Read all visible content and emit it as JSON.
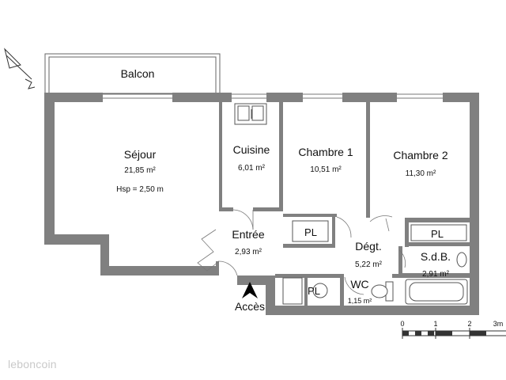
{
  "rooms": {
    "balcon": {
      "name": "Balcon"
    },
    "sejour": {
      "name": "Séjour",
      "area": "21,85 m²",
      "height": "Hsp = 2,50 m"
    },
    "cuisine": {
      "name": "Cuisine",
      "area": "6,01 m²"
    },
    "chambre1": {
      "name": "Chambre 1",
      "area": "10,51 m²"
    },
    "chambre2": {
      "name": "Chambre 2",
      "area": "11,30 m²"
    },
    "entree": {
      "name": "Entrée",
      "area": "2,93 m²"
    },
    "degt": {
      "name": "Dégt.",
      "area": "5,22 m²"
    },
    "sdb": {
      "name": "S.d.B.",
      "area": "2,91 m²"
    },
    "wc": {
      "name": "WC",
      "area": "1,15 m²"
    }
  },
  "placards": {
    "pl1": "PL",
    "pl2": "PL",
    "pl3": "PL"
  },
  "access": {
    "label": "Accès"
  },
  "scale": {
    "ticks": [
      "0",
      "1",
      "2",
      "3m"
    ]
  },
  "watermark": {
    "text": "leboncoin"
  },
  "colors": {
    "wall": "#808080",
    "text": "#111111",
    "watermark": "#c9c9c9"
  },
  "icons": {
    "north": "north-arrow-icon",
    "access": "entrance-arrow-icon"
  }
}
